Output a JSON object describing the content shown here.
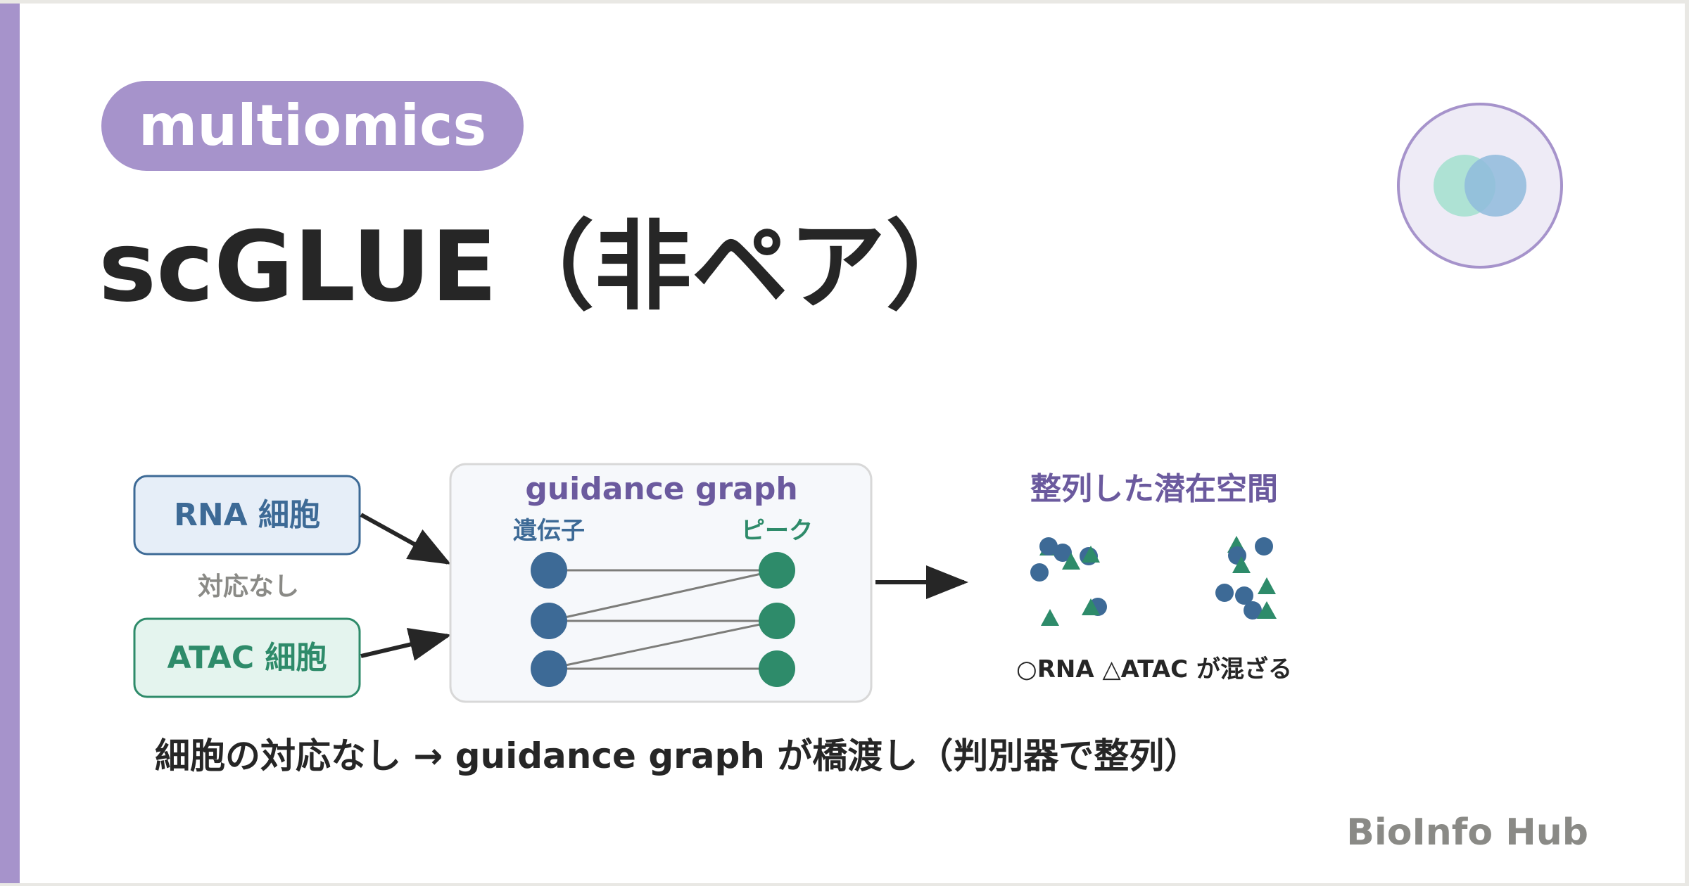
{
  "tag": "multiomics",
  "title": "scGLUE（非ペア）",
  "diagram": {
    "rna_cell_label": "RNA 細胞",
    "atac_cell_label": "ATAC 細胞",
    "no_correspondence_label": "対応なし",
    "graph_title": "guidance graph",
    "gene_column_label": "遺伝子",
    "peak_column_label": "ピーク",
    "latent_space_title": "整列した潜在空間",
    "legend_text": "○RNA △ATAC が混ざる"
  },
  "summary": "細胞の対応なし → guidance graph が橋渡し（判別器で整列）",
  "brand": "BioInfo Hub",
  "colors": {
    "accent_purple": "#a693cb",
    "rna_blue": "#3d6a96",
    "atac_green": "#2e8b6a",
    "title_dark": "#262626",
    "muted_gray": "#8a8a86"
  }
}
